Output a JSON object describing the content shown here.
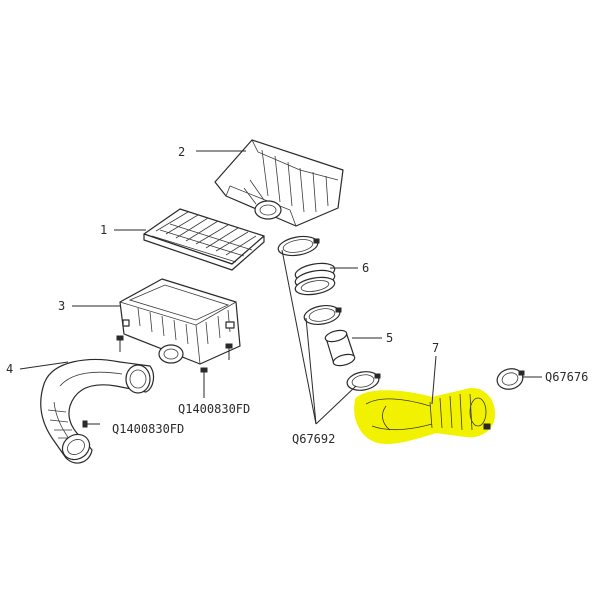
{
  "diagram": {
    "callouts": {
      "c1": "1",
      "c2": "2",
      "c3": "3",
      "c4": "4",
      "c5": "5",
      "c6": "6",
      "c7": "7",
      "bolt_a": "Q1400830FD",
      "bolt_b": "Q1400830FD",
      "clamp_small": "Q67676",
      "clamp_group": "Q67692"
    },
    "colors": {
      "line": "#2a2a2a",
      "highlight": "#f2f200"
    }
  }
}
